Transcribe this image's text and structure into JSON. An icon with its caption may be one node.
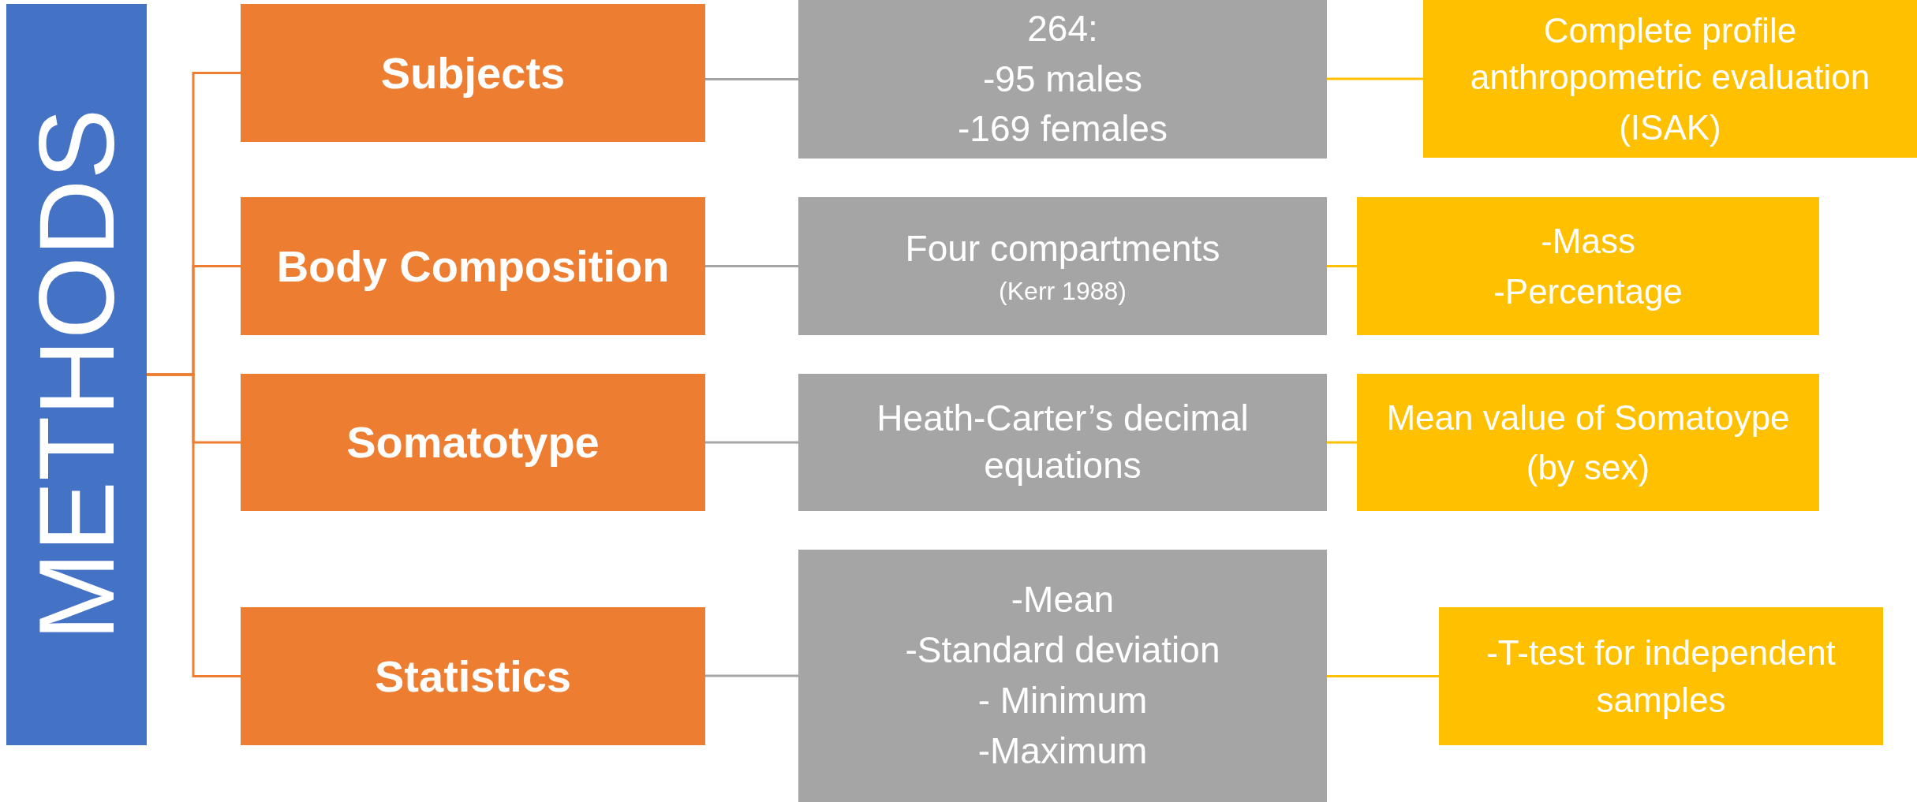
{
  "diagram": {
    "nodes": [
      {
        "text": [
          "METHODS"
        ]
      },
      {
        "text": [
          "Subjects"
        ]
      },
      {
        "text": [
          "Body Composition"
        ]
      },
      {
        "text": [
          "Somatotype"
        ]
      },
      {
        "text": [
          "Statistics"
        ]
      },
      {
        "text": [
          "264:",
          "-95 males",
          "-169 females"
        ]
      },
      {
        "text": [
          "Four compartments",
          "(Kerr 1988)"
        ]
      },
      {
        "text": [
          "Heath-Carter’s decimal equations"
        ]
      },
      {
        "text": [
          "-Mean",
          "-Standard deviation",
          "- Minimum",
          "-Maximum"
        ]
      },
      {
        "text": [
          "Complete profile anthropometric evaluation",
          "(ISAK)"
        ]
      },
      {
        "text": [
          "-Mass",
          "-Percentage"
        ]
      },
      {
        "text": [
          "Mean value of Somatoype",
          "(by sex)"
        ]
      },
      {
        "text": [
          "-T-test for independent samples"
        ]
      }
    ],
    "edges": [
      {
        "from": 0,
        "to": 1,
        "arrow": "none",
        "color": "#ed7d31"
      },
      {
        "from": 0,
        "to": 2,
        "arrow": "none",
        "color": "#ed7d31"
      },
      {
        "from": 0,
        "to": 3,
        "arrow": "none",
        "color": "#ed7d31"
      },
      {
        "from": 0,
        "to": 4,
        "arrow": "none",
        "color": "#ed7d31"
      },
      {
        "from": 1,
        "to": 5,
        "arrow": "none",
        "color": "#a5a5a5"
      },
      {
        "from": 2,
        "to": 6,
        "arrow": "none",
        "color": "#a5a5a5"
      },
      {
        "from": 3,
        "to": 7,
        "arrow": "none",
        "color": "#a5a5a5"
      },
      {
        "from": 4,
        "to": 8,
        "arrow": "none",
        "color": "#a5a5a5"
      },
      {
        "from": 5,
        "to": 9,
        "arrow": "none",
        "color": "#ffc000"
      },
      {
        "from": 6,
        "to": 10,
        "arrow": "none",
        "color": "#ffc000"
      },
      {
        "from": 7,
        "to": 11,
        "arrow": "none",
        "color": "#ffc000"
      },
      {
        "from": 8,
        "to": 12,
        "arrow": "none",
        "color": "#ffc000"
      }
    ]
  }
}
